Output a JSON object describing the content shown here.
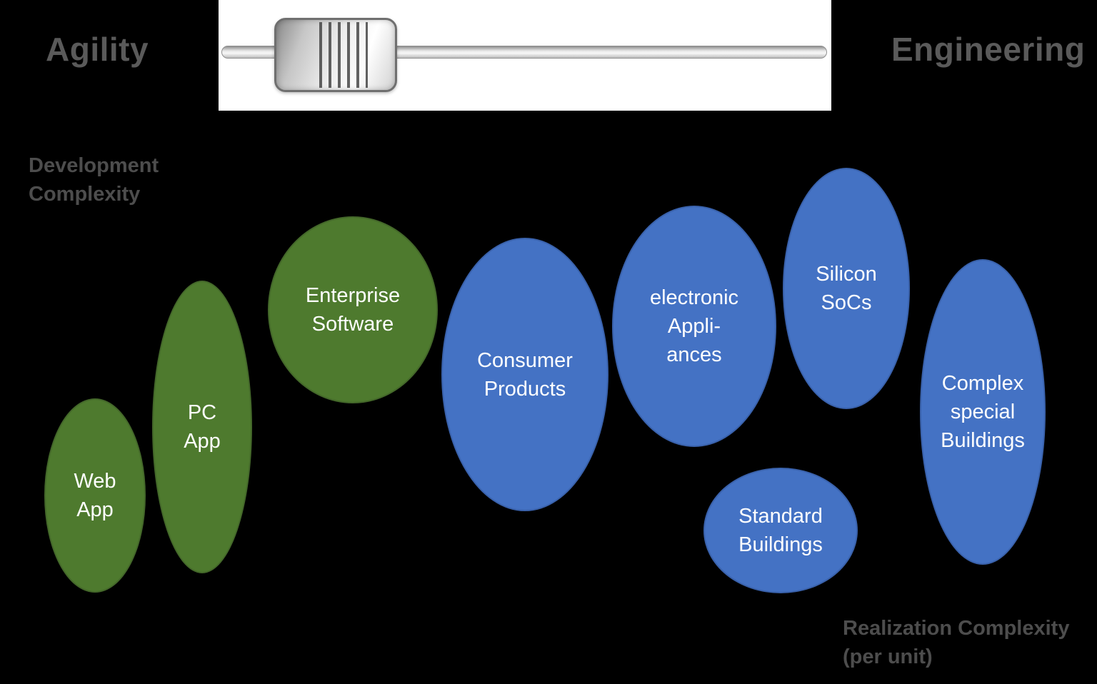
{
  "slider": {
    "left_label": "Agility",
    "right_label": "Engineering"
  },
  "axis_labels": {
    "development": [
      "Development",
      "Complexity"
    ],
    "realization": [
      "Realization Complexity",
      "(per unit)"
    ]
  },
  "colors": {
    "background": "#000000",
    "green_fill": "#4e7a2e",
    "blue_fill": "#4472c4",
    "side_label_gray": "#5a5a5a",
    "axis_label_gray": "#4d4d4d",
    "bubble_text": "#ffffff",
    "slider_panel": "#ffffff"
  },
  "bubbles": [
    {
      "id": "web-app",
      "color": "green",
      "lines": [
        "Web",
        "App"
      ]
    },
    {
      "id": "pc-app",
      "color": "green",
      "lines": [
        "PC",
        "App"
      ]
    },
    {
      "id": "enterprise-software",
      "color": "green",
      "lines": [
        "Enterprise",
        "Software"
      ]
    },
    {
      "id": "consumer-products",
      "color": "blue",
      "lines": [
        "Consumer",
        "Products"
      ]
    },
    {
      "id": "electronic-appliances",
      "color": "blue",
      "lines": [
        "electronic",
        "Appli-",
        "ances"
      ]
    },
    {
      "id": "silicon-socs",
      "color": "blue",
      "lines": [
        "Silicon",
        "SoCs"
      ]
    },
    {
      "id": "standard-buildings",
      "color": "blue",
      "lines": [
        "Standard",
        "Buildings"
      ]
    },
    {
      "id": "complex-special-buildings",
      "color": "blue",
      "lines": [
        "Complex",
        "special",
        "Buildings"
      ]
    }
  ]
}
